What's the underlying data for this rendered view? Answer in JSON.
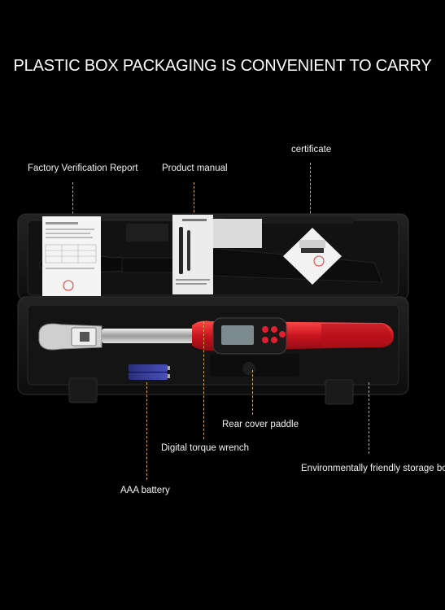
{
  "headline": "PLASTIC BOX PACKAGING IS CONVENIENT TO CARRY",
  "labels": {
    "factory_report": "Factory Verification Report",
    "manual": "Product manual",
    "certificate": "certificate",
    "rear_cover": "Rear cover paddle",
    "wrench": "Digital torque wrench",
    "storage_box": "Environmentally friendly storage box",
    "battery": "AAA battery"
  },
  "colors": {
    "background": "#000000",
    "leader": "#d2a84a",
    "wrench_red": "#d8202a",
    "box": "#161616"
  }
}
